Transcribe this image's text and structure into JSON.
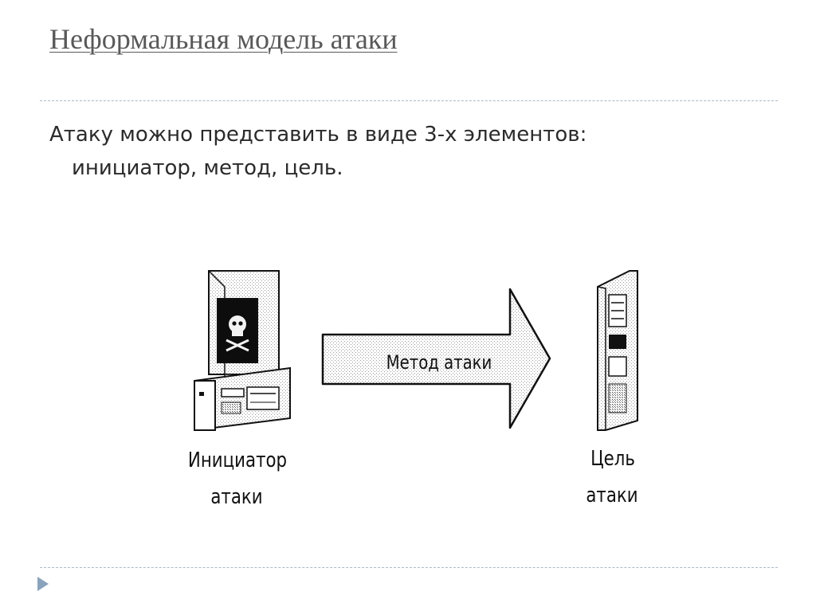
{
  "slide": {
    "title": "Неформальная модель атаки",
    "text_line1": "Атаку можно представить в виде 3-х элементов:",
    "text_line2": "инициатор, метод, цель."
  },
  "diagram": {
    "arrow_label": "Метод атаки",
    "initiator_label_line1": "Инициатор",
    "initiator_label_line2": "атаки",
    "target_label_line1": "Цель",
    "target_label_line2": "атаки"
  },
  "colors": {
    "title": "#595959",
    "text": "#2b2b2b",
    "divider": "#a9b9c9",
    "nav_accent": "#8aa3bd"
  },
  "icons": {
    "initiator": "computer-with-skull-icon",
    "target": "server-tower-icon",
    "method": "right-arrow-icon",
    "nav": "triangle-play-icon"
  }
}
